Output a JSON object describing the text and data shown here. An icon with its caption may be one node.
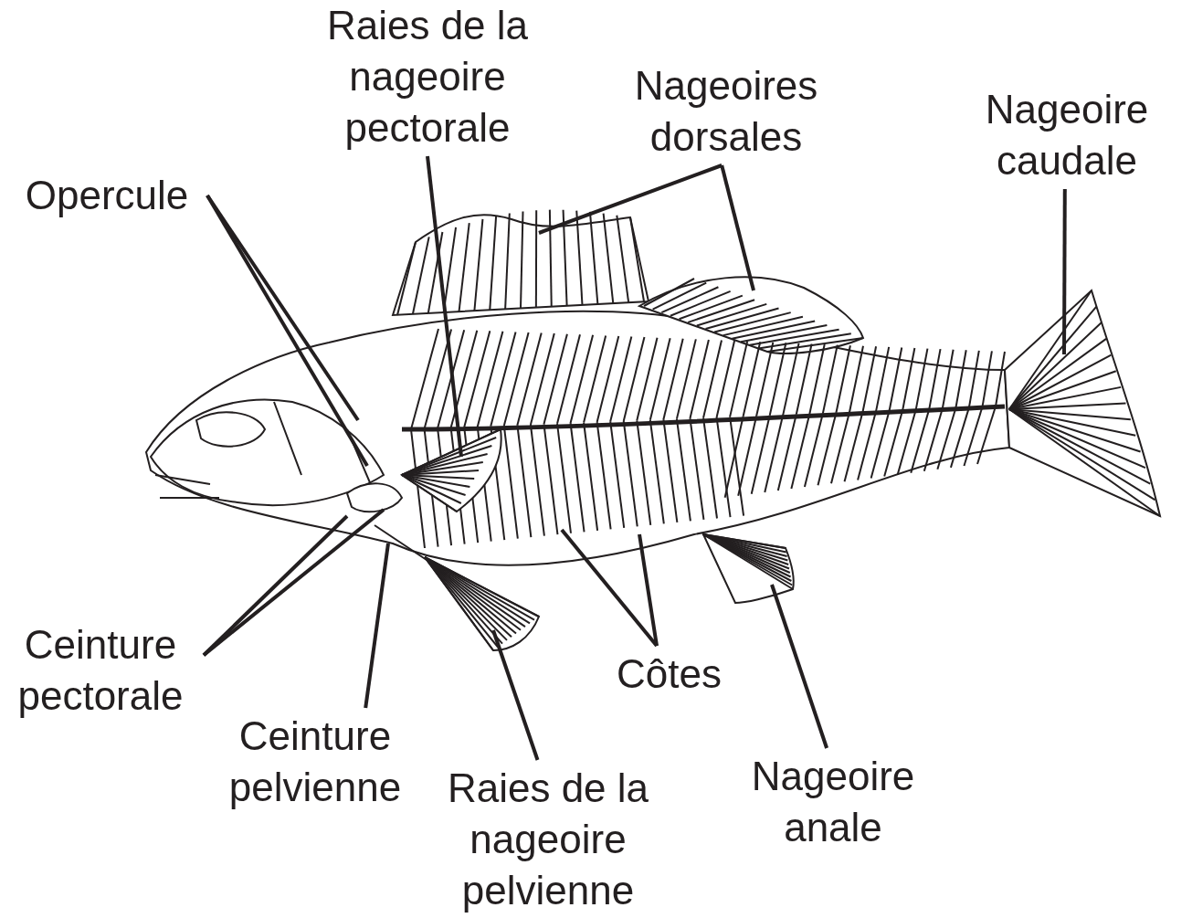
{
  "diagram": {
    "nodes": [
      {
        "text": [
          "Raies de la nageoire pectorale"
        ]
      },
      {
        "text": [
          "Nageoires dorsales"
        ]
      },
      {
        "text": [
          "Nageoire caudale"
        ]
      },
      {
        "text": [
          "Opercule"
        ]
      },
      {
        "text": [
          "Ceinture pectorale"
        ]
      },
      {
        "text": [
          "Côtes"
        ]
      },
      {
        "text": [
          "Ceinture pelvienne"
        ]
      },
      {
        "text": [
          "Raies de la nageoire pelvienne"
        ]
      },
      {
        "text": [
          "Nageoire anale"
        ]
      }
    ],
    "edges": [
      {
        "from": 0,
        "to": null,
        "arrow": "none"
      },
      {
        "from": 1,
        "to": null,
        "arrow": "none"
      },
      {
        "from": 1,
        "to": null,
        "arrow": "none"
      },
      {
        "from": 2,
        "to": null,
        "arrow": "none"
      },
      {
        "from": 3,
        "to": null,
        "arrow": "none"
      },
      {
        "from": 3,
        "to": null,
        "arrow": "none"
      },
      {
        "from": 4,
        "to": null,
        "arrow": "none"
      },
      {
        "from": 4,
        "to": null,
        "arrow": "none"
      },
      {
        "from": 5,
        "to": null,
        "arrow": "none"
      },
      {
        "from": 5,
        "to": null,
        "arrow": "none"
      },
      {
        "from": 6,
        "to": null,
        "arrow": "none"
      },
      {
        "from": 7,
        "to": null,
        "arrow": "none"
      },
      {
        "from": 8,
        "to": null,
        "arrow": "none"
      }
    ]
  }
}
